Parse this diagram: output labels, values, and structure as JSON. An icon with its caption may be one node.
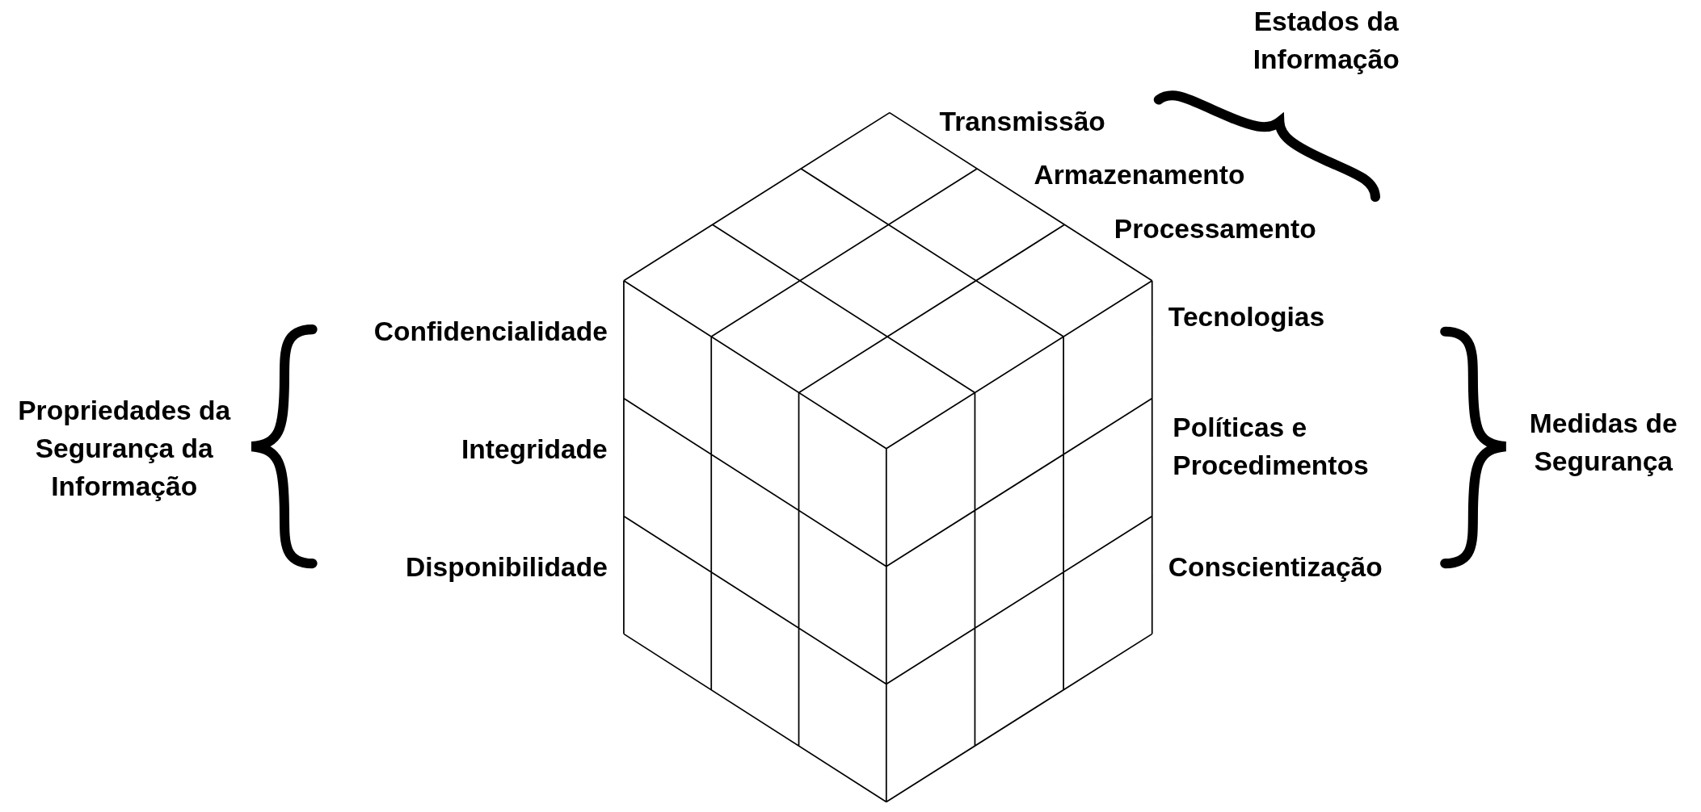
{
  "diagram": {
    "labels": [
      "Estados da Informação",
      "Transmissão",
      "Armazenamento",
      "Processamento",
      "Tecnologias",
      "Confidencialidade",
      "Propriedades da Segurança da Informação",
      "Políticas e Procedimentos",
      "Medidas de Segurança",
      "Integridade",
      "Disponibilidade",
      "Conscientização"
    ]
  }
}
